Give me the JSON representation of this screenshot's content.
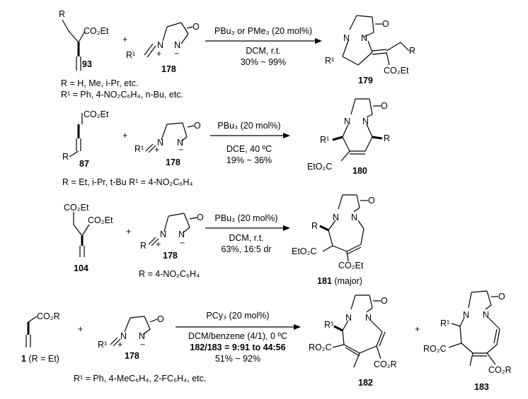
{
  "compounds": {
    "c93": "93",
    "c178": "178",
    "c179": "179",
    "c87": "87",
    "c180": "180",
    "c104": "104",
    "c181": "181",
    "c181_suffix": " (major)",
    "c1": "1",
    "c1_note": " (R = Et)",
    "c182": "182",
    "c183": "183"
  },
  "atoms": {
    "N": "N",
    "O": "O",
    "R": "R",
    "R1": "R¹",
    "CO2Et": "CO₂Et",
    "EtO2C": "EtO₂C",
    "CO2R": "CO₂R",
    "RO2C": "RO₂C",
    "plus_charge": "+",
    "minus_charge": "−",
    "plus_sign": "+"
  },
  "reaction1": {
    "catalyst": "PBu₃ or PMe₃ (20 mol%)",
    "conditions": "DCM, r.t.",
    "yield": "30% ~ 99%",
    "note1": "R = H, Me, i-Pr, etc.",
    "note2": "R¹ = Ph, 4-NO₂C₆H₄, n-Bu, etc."
  },
  "reaction2": {
    "catalyst": "PBu₃ (20 mol%)",
    "conditions": "DCE, 40 ºC",
    "yield": "19% ~ 36%",
    "note1": "R = Et, i-Pr, t-Bu   R¹ = 4-NO₂C₆H₄"
  },
  "reaction3": {
    "catalyst": "PBu₃ (20 mol%)",
    "conditions": "DCM, r.t.",
    "yield": "63%, 16:5 dr",
    "note1": "R = 4-NO₂C₆H₄"
  },
  "reaction4": {
    "catalyst": "PCy₃ (20 mol%)",
    "conditions": "DCM/benzene (4/1), 0 ºC",
    "ratio": "182/183 = 9:91 to 44:56",
    "yield": "51% ~ 92%",
    "note1": "R¹ = Ph, 4-MeC₆H₄, 2-FC₆H₄, etc."
  }
}
